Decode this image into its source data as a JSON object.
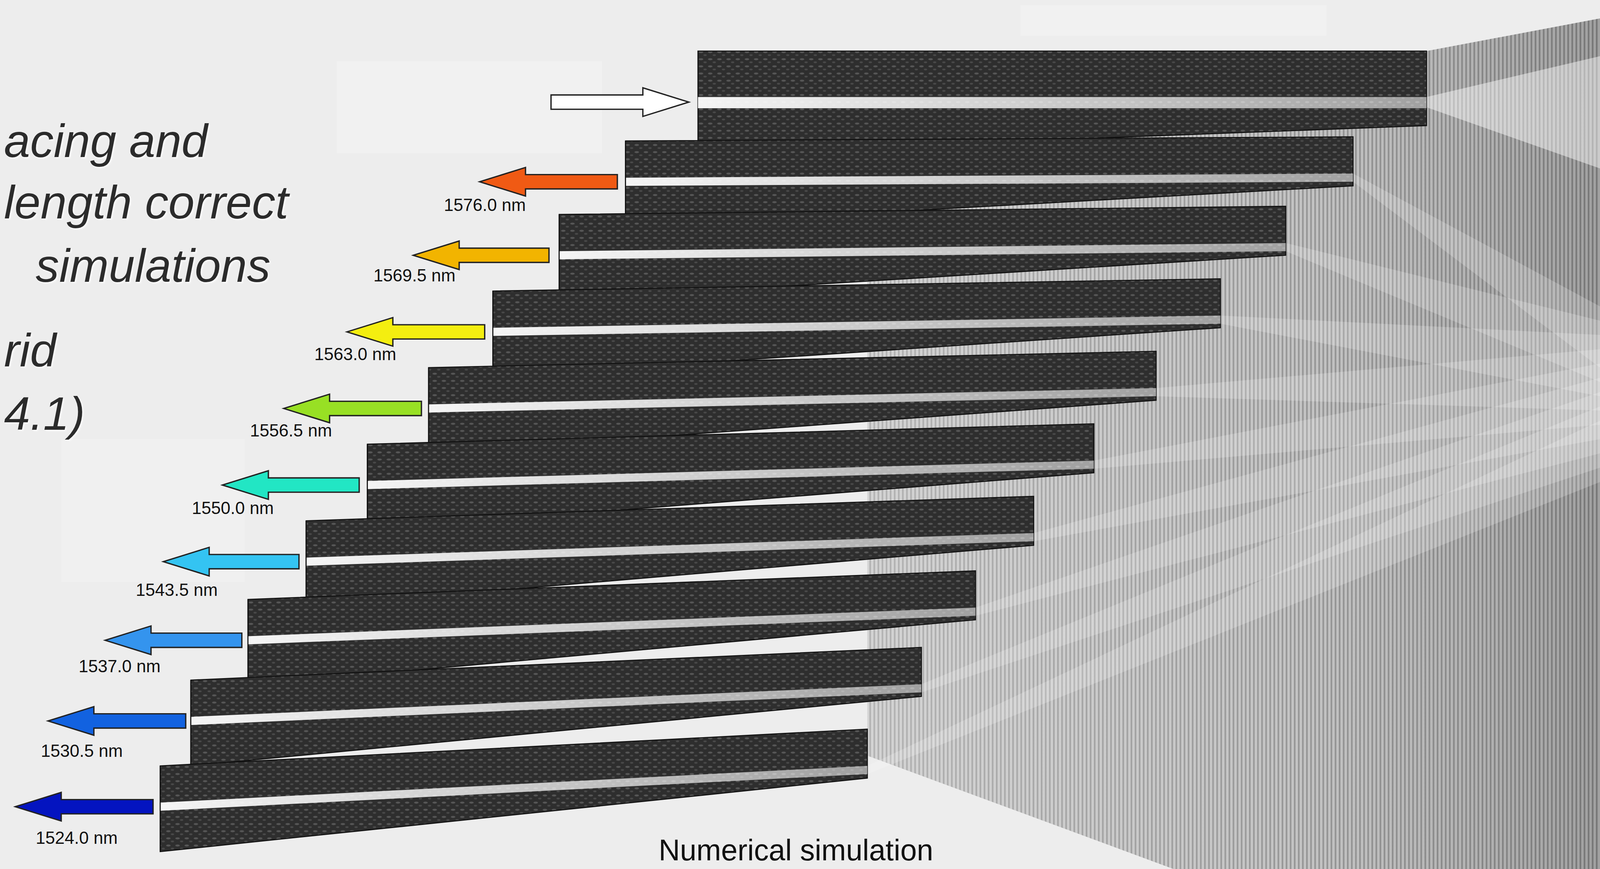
{
  "diagram": {
    "caption": "Numerical simulation",
    "labels": [
      "acing and",
      "length correct",
      "simulations",
      "rid",
      "4.1)",
      "1576.0 nm",
      "1569.5 nm",
      "1563.0 nm",
      "1556.5 nm",
      "1550.0 nm",
      "1543.5 nm",
      "1537.0 nm",
      "1530.5 nm",
      "1524.0 nm"
    ]
  }
}
